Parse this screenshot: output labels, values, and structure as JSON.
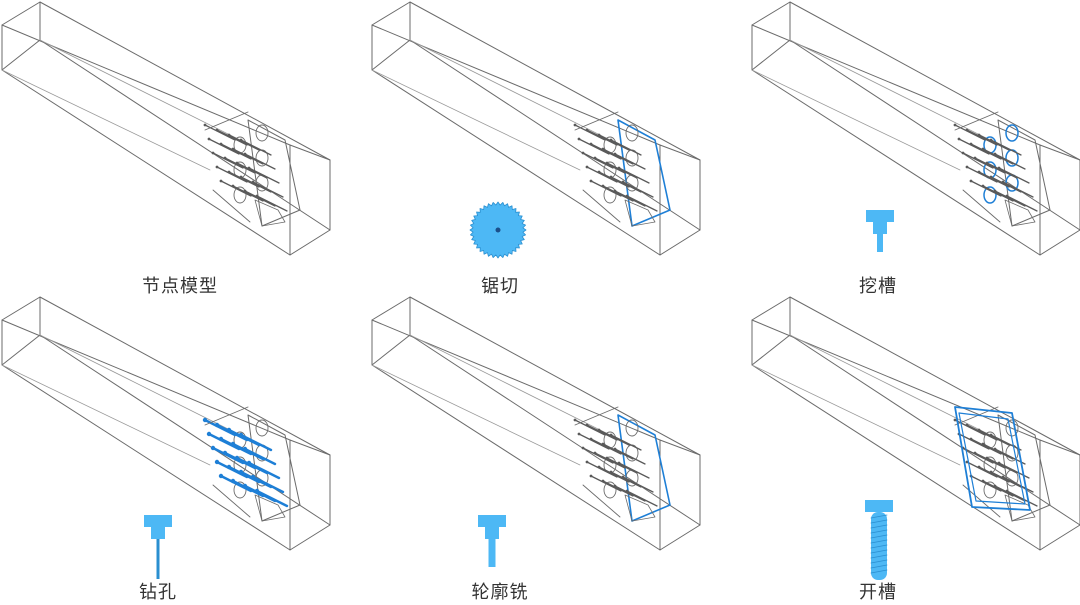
{
  "panels": [
    {
      "id": "node-model",
      "label": "节点模型",
      "tool": "none",
      "highlight": "none"
    },
    {
      "id": "saw-cut",
      "label": "锯切",
      "tool": "saw-blade",
      "highlight": "end-plate"
    },
    {
      "id": "pocket",
      "label": "挖槽",
      "tool": "end-mill",
      "highlight": "holes"
    },
    {
      "id": "drill",
      "label": "钻孔",
      "tool": "drill-bit",
      "highlight": "rods"
    },
    {
      "id": "contour-mill",
      "label": "轮廓铣",
      "tool": "contour-cutter",
      "highlight": "end-plate"
    },
    {
      "id": "slot",
      "label": "开槽",
      "tool": "slot-cutter",
      "highlight": "slot-plate"
    }
  ],
  "colors": {
    "line": "#6b6b6b",
    "highlight": "#1e7fd6",
    "tool": "#4db8f5",
    "tool_dark": "#2a8fd0"
  }
}
